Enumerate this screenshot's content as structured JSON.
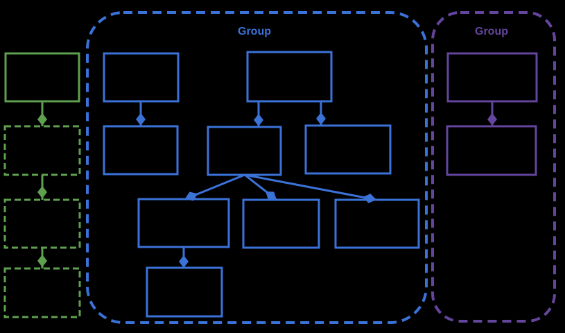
{
  "background": "#000000",
  "colors": {
    "green": "#5fa050",
    "blue": "#3b72d8",
    "purple": "#63459d"
  },
  "groups": {
    "blue": {
      "label": "Group"
    },
    "purple": {
      "label": "Group"
    }
  },
  "icons": {
    "arrowhead": "filled-diamond"
  },
  "structure": {
    "green_chain": {
      "solid_boxes": 1,
      "dashed_boxes": 3
    },
    "blue_group": {
      "boxes": 9
    },
    "purple_group": {
      "boxes": 2
    }
  }
}
